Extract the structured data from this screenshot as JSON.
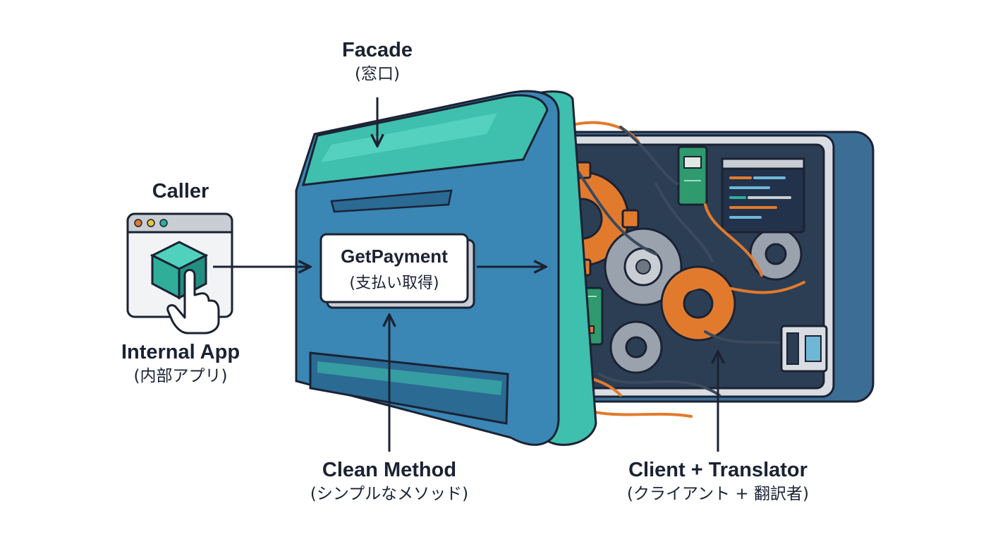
{
  "facade": {
    "title": "Facade",
    "subtitle": "(窓口)"
  },
  "caller": {
    "title": "Caller"
  },
  "internal_app": {
    "title": "Internal App",
    "subtitle": "(内部アプリ)"
  },
  "method": {
    "name": "GetPayment",
    "subtitle": "(支払い取得)"
  },
  "clean_method": {
    "title": "Clean Method",
    "subtitle": "(シンプルなメソッド)"
  },
  "client_translator": {
    "title": "Client + Translator",
    "subtitle": "(クライアント + 翻訳者)"
  },
  "colors": {
    "ink": "#1b2233",
    "facade_blue": "#3a86b4",
    "facade_teal": "#3fbfae",
    "machine_dark": "#2c3e54",
    "gear_orange": "#e27a2e",
    "gear_gray": "#9aa3ad",
    "circuit_green": "#2e9a6e",
    "app_teal": "#2fae9a"
  },
  "icons": [
    "browser-window-icon",
    "cube-icon",
    "pointing-hand-icon",
    "gear-icon",
    "circuit-board-icon",
    "code-screen-icon"
  ]
}
